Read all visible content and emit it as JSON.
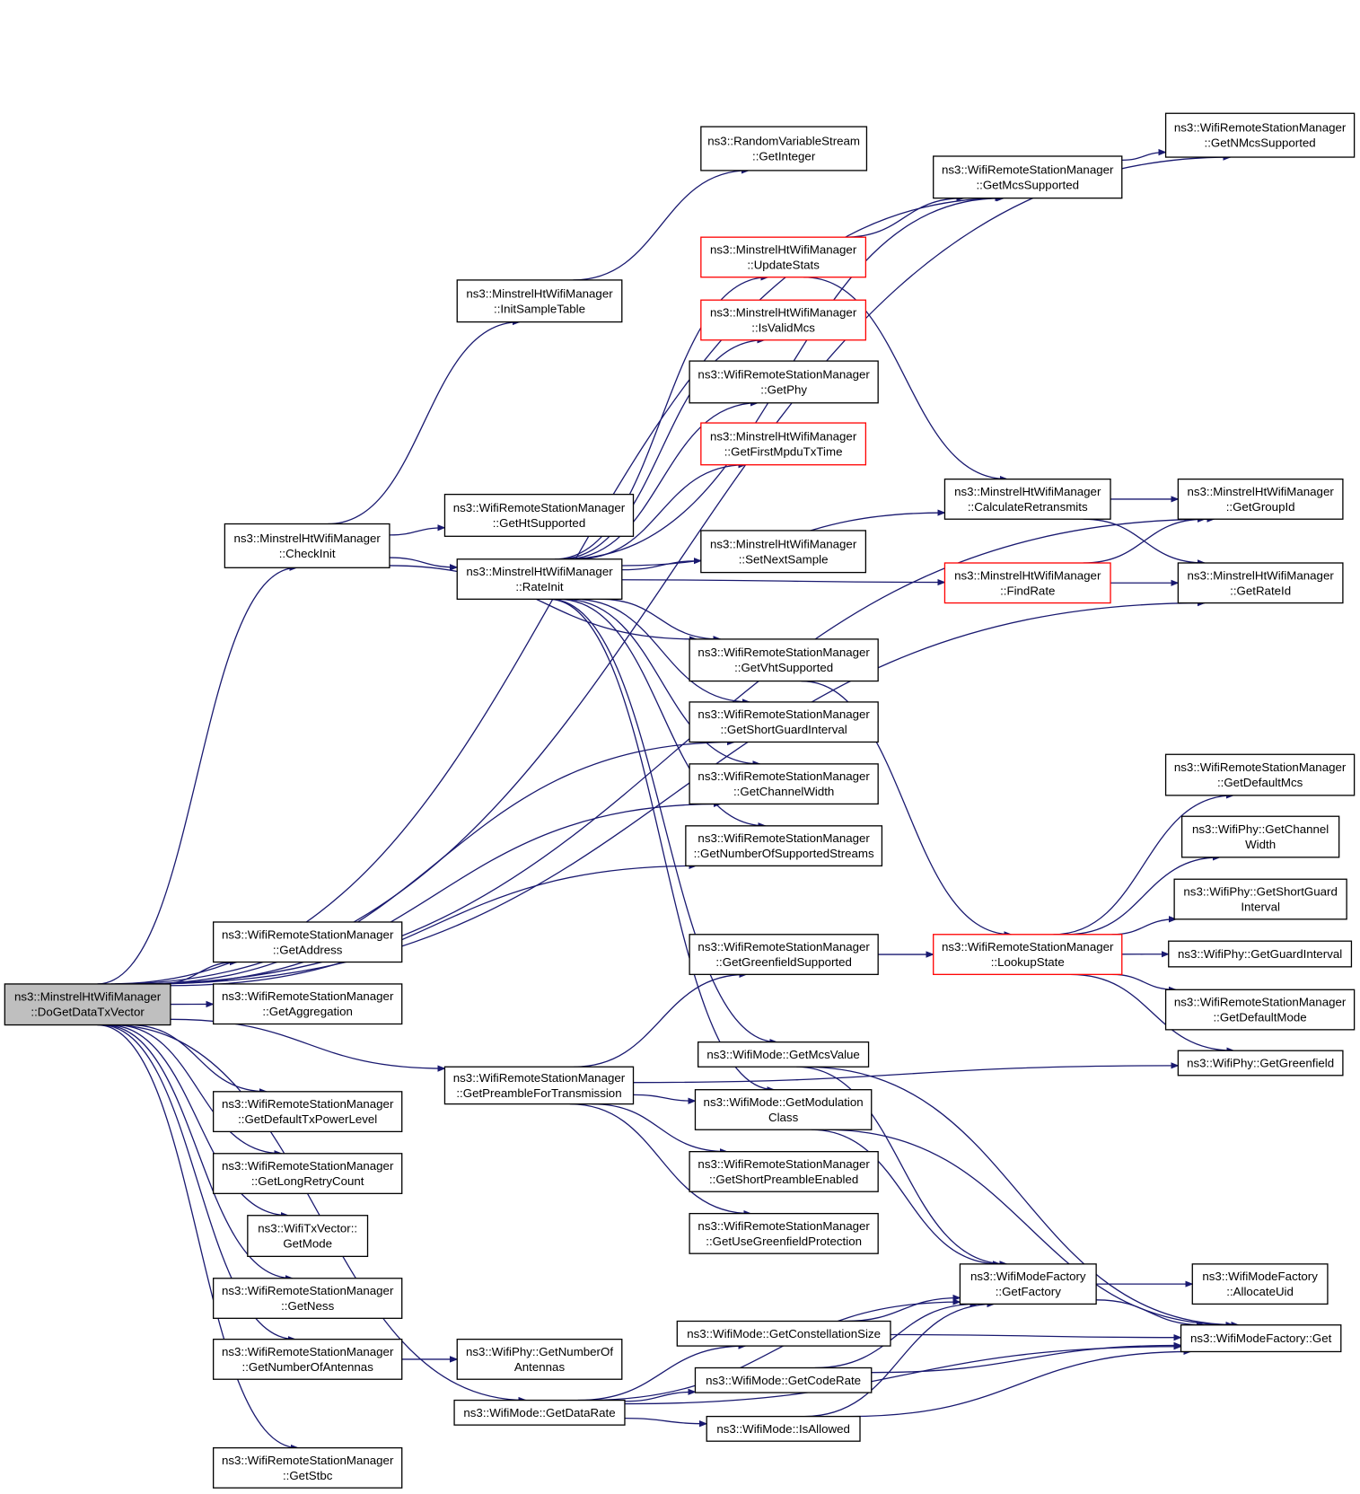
{
  "nodes": [
    {
      "id": "root",
      "lines": [
        "ns3::MinstrelHtWifiManager",
        "::DoGetDataTxVector"
      ],
      "style": "root"
    },
    {
      "id": "CheckInit",
      "lines": [
        "ns3::MinstrelHtWifiManager",
        "::CheckInit"
      ]
    },
    {
      "id": "InitSampleTable",
      "lines": [
        "ns3::MinstrelHtWifiManager",
        "::InitSampleTable"
      ]
    },
    {
      "id": "GetInteger",
      "lines": [
        "ns3::RandomVariableStream",
        "::GetInteger"
      ]
    },
    {
      "id": "GetMcsSupported",
      "lines": [
        "ns3::WifiRemoteStationManager",
        "::GetMcsSupported"
      ]
    },
    {
      "id": "GetNMcsSupported",
      "lines": [
        "ns3::WifiRemoteStationManager",
        "::GetNMcsSupported"
      ]
    },
    {
      "id": "UpdateStats",
      "lines": [
        "ns3::MinstrelHtWifiManager",
        "::UpdateStats"
      ],
      "style": "trunc"
    },
    {
      "id": "IsValidMcs",
      "lines": [
        "ns3::MinstrelHtWifiManager",
        "::IsValidMcs"
      ],
      "style": "trunc"
    },
    {
      "id": "GetPhy",
      "lines": [
        "ns3::WifiRemoteStationManager",
        "::GetPhy"
      ]
    },
    {
      "id": "GetFirstMpduTxTime",
      "lines": [
        "ns3::MinstrelHtWifiManager",
        "::GetFirstMpduTxTime"
      ],
      "style": "trunc"
    },
    {
      "id": "GetHtSupported",
      "lines": [
        "ns3::WifiRemoteStationManager",
        "::GetHtSupported"
      ]
    },
    {
      "id": "CalculateRetransmits",
      "lines": [
        "ns3::MinstrelHtWifiManager",
        "::CalculateRetransmits"
      ]
    },
    {
      "id": "GetGroupId",
      "lines": [
        "ns3::MinstrelHtWifiManager",
        "::GetGroupId"
      ]
    },
    {
      "id": "SetNextSample",
      "lines": [
        "ns3::MinstrelHtWifiManager",
        "::SetNextSample"
      ]
    },
    {
      "id": "RateInit",
      "lines": [
        "ns3::MinstrelHtWifiManager",
        "::RateInit"
      ]
    },
    {
      "id": "FindRate",
      "lines": [
        "ns3::MinstrelHtWifiManager",
        "::FindRate"
      ],
      "style": "trunc"
    },
    {
      "id": "GetRateId",
      "lines": [
        "ns3::MinstrelHtWifiManager",
        "::GetRateId"
      ]
    },
    {
      "id": "GetVhtSupported",
      "lines": [
        "ns3::WifiRemoteStationManager",
        "::GetVhtSupported"
      ]
    },
    {
      "id": "GetShortGuardInterval",
      "lines": [
        "ns3::WifiRemoteStationManager",
        "::GetShortGuardInterval"
      ]
    },
    {
      "id": "GetChannelWidth",
      "lines": [
        "ns3::WifiRemoteStationManager",
        "::GetChannelWidth"
      ]
    },
    {
      "id": "GetNumberOfSupportedStreams",
      "lines": [
        "ns3::WifiRemoteStationManager",
        "::GetNumberOfSupportedStreams"
      ]
    },
    {
      "id": "GetDefaultMcs",
      "lines": [
        "ns3::WifiRemoteStationManager",
        "::GetDefaultMcs"
      ]
    },
    {
      "id": "PhyGetChannelWidth",
      "lines": [
        "ns3::WifiPhy::GetChannel",
        "Width"
      ]
    },
    {
      "id": "PhyGetShortGuardInterval",
      "lines": [
        "ns3::WifiPhy::GetShortGuard",
        "Interval"
      ]
    },
    {
      "id": "GetAddress",
      "lines": [
        "ns3::WifiRemoteStationManager",
        "::GetAddress"
      ]
    },
    {
      "id": "GetGreenfieldSupported",
      "lines": [
        "ns3::WifiRemoteStationManager",
        "::GetGreenfieldSupported"
      ]
    },
    {
      "id": "LookupState",
      "lines": [
        "ns3::WifiRemoteStationManager",
        "::LookupState"
      ],
      "style": "trunc"
    },
    {
      "id": "GetGuardInterval",
      "lines": [
        "ns3::WifiPhy::GetGuardInterval"
      ]
    },
    {
      "id": "GetAggregation",
      "lines": [
        "ns3::WifiRemoteStationManager",
        "::GetAggregation"
      ]
    },
    {
      "id": "GetDefaultMode",
      "lines": [
        "ns3::WifiRemoteStationManager",
        "::GetDefaultMode"
      ]
    },
    {
      "id": "GetMcsValue",
      "lines": [
        "ns3::WifiMode::GetMcsValue"
      ]
    },
    {
      "id": "GetGreenfield",
      "lines": [
        "ns3::WifiPhy::GetGreenfield"
      ]
    },
    {
      "id": "GetPreambleForTransmission",
      "lines": [
        "ns3::WifiRemoteStationManager",
        "::GetPreambleForTransmission"
      ]
    },
    {
      "id": "GetModulationClass",
      "lines": [
        "ns3::WifiMode::GetModulation",
        "Class"
      ]
    },
    {
      "id": "GetDefaultTxPowerLevel",
      "lines": [
        "ns3::WifiRemoteStationManager",
        "::GetDefaultTxPowerLevel"
      ]
    },
    {
      "id": "GetShortPreambleEnabled",
      "lines": [
        "ns3::WifiRemoteStationManager",
        "::GetShortPreambleEnabled"
      ]
    },
    {
      "id": "GetLongRetryCount",
      "lines": [
        "ns3::WifiRemoteStationManager",
        "::GetLongRetryCount"
      ]
    },
    {
      "id": "TxGetMode",
      "lines": [
        "ns3::WifiTxVector::",
        "GetMode"
      ]
    },
    {
      "id": "GetUseGreenfieldProtection",
      "lines": [
        "ns3::WifiRemoteStationManager",
        "::GetUseGreenfieldProtection"
      ]
    },
    {
      "id": "GetFactory",
      "lines": [
        "ns3::WifiModeFactory",
        "::GetFactory"
      ]
    },
    {
      "id": "AllocateUid",
      "lines": [
        "ns3::WifiModeFactory",
        "::AllocateUid"
      ]
    },
    {
      "id": "GetNess",
      "lines": [
        "ns3::WifiRemoteStationManager",
        "::GetNess"
      ]
    },
    {
      "id": "GetConstellationSize",
      "lines": [
        "ns3::WifiMode::GetConstellationSize"
      ]
    },
    {
      "id": "FactoryGet",
      "lines": [
        "ns3::WifiModeFactory::Get"
      ]
    },
    {
      "id": "GetNumberOfAntennas",
      "lines": [
        "ns3::WifiRemoteStationManager",
        "::GetNumberOfAntennas"
      ]
    },
    {
      "id": "PhyGetNumberOfAntennas",
      "lines": [
        "ns3::WifiPhy::GetNumberOf",
        "Antennas"
      ]
    },
    {
      "id": "GetCodeRate",
      "lines": [
        "ns3::WifiMode::GetCodeRate"
      ]
    },
    {
      "id": "GetDataRate",
      "lines": [
        "ns3::WifiMode::GetDataRate"
      ]
    },
    {
      "id": "IsAllowed",
      "lines": [
        "ns3::WifiMode::IsAllowed"
      ]
    },
    {
      "id": "GetStbc",
      "lines": [
        "ns3::WifiRemoteStationManager",
        "::GetStbc"
      ]
    }
  ],
  "edges": [
    [
      "root",
      "CheckInit"
    ],
    [
      "root",
      "GetNMcsSupported"
    ],
    [
      "root",
      "GetMcsSupported"
    ],
    [
      "root",
      "GetGroupId"
    ],
    [
      "root",
      "GetShortGuardInterval"
    ],
    [
      "root",
      "GetChannelWidth"
    ],
    [
      "root",
      "GetNumberOfSupportedStreams"
    ],
    [
      "root",
      "GetRateId"
    ],
    [
      "root",
      "GetAddress"
    ],
    [
      "root",
      "GetAggregation"
    ],
    [
      "root",
      "GetPreambleForTransmission"
    ],
    [
      "root",
      "GetDefaultTxPowerLevel"
    ],
    [
      "root",
      "GetLongRetryCount"
    ],
    [
      "root",
      "TxGetMode"
    ],
    [
      "root",
      "GetNess"
    ],
    [
      "root",
      "GetNumberOfAntennas"
    ],
    [
      "root",
      "GetDataRate"
    ],
    [
      "root",
      "GetStbc"
    ],
    [
      "CheckInit",
      "InitSampleTable"
    ],
    [
      "CheckInit",
      "GetHtSupported"
    ],
    [
      "CheckInit",
      "RateInit"
    ],
    [
      "CheckInit",
      "GetVhtSupported"
    ],
    [
      "InitSampleTable",
      "GetInteger"
    ],
    [
      "RateInit",
      "GetMcsSupported"
    ],
    [
      "RateInit",
      "UpdateStats"
    ],
    [
      "RateInit",
      "IsValidMcs"
    ],
    [
      "RateInit",
      "GetPhy"
    ],
    [
      "RateInit",
      "GetFirstMpduTxTime"
    ],
    [
      "RateInit",
      "CalculateRetransmits"
    ],
    [
      "RateInit",
      "SetNextSample"
    ],
    [
      "RateInit",
      "FindRate"
    ],
    [
      "RateInit",
      "GetVhtSupported"
    ],
    [
      "RateInit",
      "GetShortGuardInterval"
    ],
    [
      "RateInit",
      "GetChannelWidth"
    ],
    [
      "RateInit",
      "GetNumberOfSupportedStreams"
    ],
    [
      "RateInit",
      "GetMcsValue"
    ],
    [
      "RateInit",
      "GetModulationClass"
    ],
    [
      "UpdateStats",
      "GetMcsSupported"
    ],
    [
      "UpdateStats",
      "CalculateRetransmits"
    ],
    [
      "GetMcsSupported",
      "GetNMcsSupported"
    ],
    [
      "CalculateRetransmits",
      "GetGroupId"
    ],
    [
      "CalculateRetransmits",
      "GetRateId"
    ],
    [
      "FindRate",
      "GetGroupId"
    ],
    [
      "FindRate",
      "GetRateId"
    ],
    [
      "GetVhtSupported",
      "LookupState"
    ],
    [
      "GetGreenfieldSupported",
      "LookupState"
    ],
    [
      "LookupState",
      "GetDefaultMcs"
    ],
    [
      "LookupState",
      "PhyGetChannelWidth"
    ],
    [
      "LookupState",
      "PhyGetShortGuardInterval"
    ],
    [
      "LookupState",
      "GetGuardInterval"
    ],
    [
      "LookupState",
      "GetDefaultMode"
    ],
    [
      "LookupState",
      "GetGreenfield"
    ],
    [
      "GetPreambleForTransmission",
      "GetGreenfieldSupported"
    ],
    [
      "GetPreambleForTransmission",
      "GetGreenfield"
    ],
    [
      "GetPreambleForTransmission",
      "GetModulationClass"
    ],
    [
      "GetPreambleForTransmission",
      "GetShortPreambleEnabled"
    ],
    [
      "GetPreambleForTransmission",
      "GetUseGreenfieldProtection"
    ],
    [
      "GetMcsValue",
      "GetFactory"
    ],
    [
      "GetMcsValue",
      "FactoryGet"
    ],
    [
      "GetModulationClass",
      "GetFactory"
    ],
    [
      "GetModulationClass",
      "FactoryGet"
    ],
    [
      "GetFactory",
      "AllocateUid"
    ],
    [
      "GetFactory",
      "FactoryGet"
    ],
    [
      "GetConstellationSize",
      "GetFactory"
    ],
    [
      "GetConstellationSize",
      "FactoryGet"
    ],
    [
      "GetCodeRate",
      "GetFactory"
    ],
    [
      "GetCodeRate",
      "FactoryGet"
    ],
    [
      "IsAllowed",
      "GetFactory"
    ],
    [
      "IsAllowed",
      "FactoryGet"
    ],
    [
      "GetDataRate",
      "GetFactory"
    ],
    [
      "GetDataRate",
      "GetConstellationSize"
    ],
    [
      "GetDataRate",
      "GetCodeRate"
    ],
    [
      "GetDataRate",
      "IsAllowed"
    ],
    [
      "GetDataRate",
      "FactoryGet"
    ],
    [
      "GetNumberOfAntennas",
      "PhyGetNumberOfAntennas"
    ]
  ]
}
